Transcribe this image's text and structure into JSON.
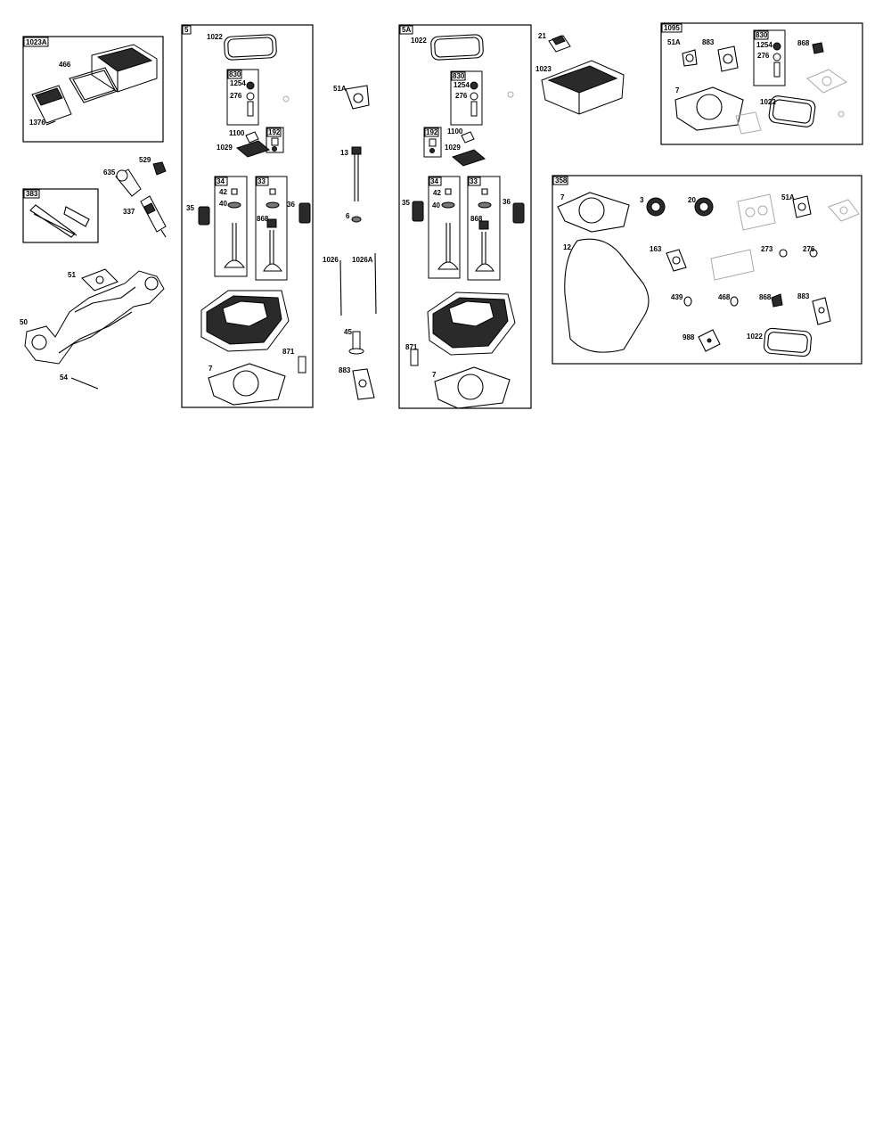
{
  "groups": {
    "g1023A": "1023A",
    "g383": "383",
    "g5": "5",
    "g5A": "5A",
    "g1095": "1095",
    "g358": "358",
    "g830_5": "830",
    "g192_5": "192",
    "g34_5": "34",
    "g33_5": "33",
    "g830_5A": "830",
    "g192_5A": "192",
    "g34_5A": "34",
    "g33_5A": "33",
    "g830_1095": "830"
  },
  "labels": [
    "466",
    "1376",
    "635",
    "529",
    "337",
    "51",
    "50",
    "54",
    "1022",
    "1254",
    "276",
    "1100",
    "1029",
    "35",
    "42",
    "40",
    "868",
    "36",
    "871",
    "7",
    "51A",
    "13",
    "6",
    "1026",
    "1026A",
    "45",
    "883",
    "1022",
    "1254",
    "276",
    "1100",
    "1029",
    "35",
    "42",
    "40",
    "868",
    "36",
    "871",
    "7",
    "21",
    "1023",
    "51A",
    "883",
    "1254",
    "276",
    "868",
    "7",
    "1022",
    "7",
    "3",
    "20",
    "51A",
    "12",
    "163",
    "273",
    "276",
    "439",
    "468",
    "868",
    "883",
    "988",
    "1022"
  ]
}
